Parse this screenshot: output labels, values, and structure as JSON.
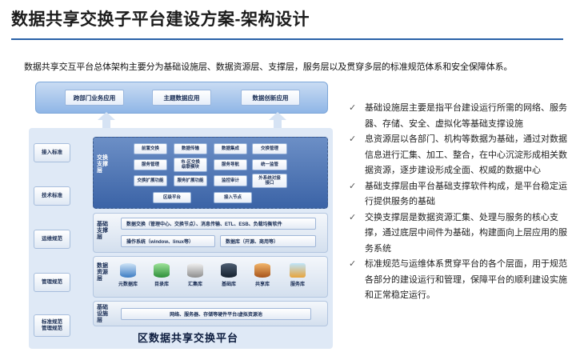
{
  "title": "数据共享交换子平台建设方案-架构设计",
  "intro": "数据共享交互平台总体架构主要分为基础设施层、数据资源层、支撑层，服务层以及贯穿多层的标准规范体系和安全保障体系。",
  "diagram": {
    "top_buttons": [
      "跨部门业务应用",
      "主题数据应用",
      "数据创新应用"
    ],
    "side_buttons": [
      "接入标准",
      "技术标准",
      "运维规范",
      "管理规范",
      "标准规范\n管理规范"
    ],
    "exchange_layer": {
      "label": "交换支撑层",
      "row1": [
        "前置交换",
        "数据传输",
        "数据集成",
        "交换管理"
      ],
      "row2": [
        "服务管理",
        "市-区交换\n级联模块",
        "服务导航",
        "统一监管"
      ],
      "row3": [
        "交换扩展功能",
        "服务扩展功能",
        "监控审计",
        "外系统对接\n接口"
      ],
      "row4": [
        "区级平台",
        "接入节点"
      ]
    },
    "support_layer": {
      "label": "基础支撑层",
      "bar": "数据交换（管理中心、交换节点）、消息传输、ETL、ESB、负载均衡软件",
      "os": "操作系统（window、linux等）",
      "db": "数据库（开源、商用等）"
    },
    "resource_layer": {
      "label": "数据资源层",
      "items": [
        "元数据库",
        "目录库",
        "汇集库",
        "基础库",
        "共享库",
        "服务库"
      ]
    },
    "infra_layer": {
      "label": "基础设施层",
      "bar": "网络、服务器、存储等硬件平台/虚拟资源池"
    },
    "footer": "区数据共享交换平台"
  },
  "bullets": [
    "基础设施层主要是指平台建设运行所需的网络、服务器、存储、安全、虚拟化等基础支撑设施",
    "息资源层以各部门、机构等数据为基础，通过对数据信息进行汇集、加工、整合，在中心沉淀形成相关数据资源，逐步建设形成全面、权威的数据中心",
    "基础支撑层由平台基础支撑软件构成，是平台稳定运行提供服务的基础",
    "交换支撑层是数据资源汇集、处理与服务的核心支撑，通过底层中间件为基础，构建面向上层应用的服务系统",
    "标准规范与运维体系贯穿平台的各个层面，用于规范各部分的建设运行和管理，保障平台的顺利建设实施和正常稳定运行。"
  ],
  "icons": {
    "bullet": "check-icon"
  },
  "colors": {
    "accent": "#2a62a8",
    "exchange_bg": "#3b63a6"
  }
}
